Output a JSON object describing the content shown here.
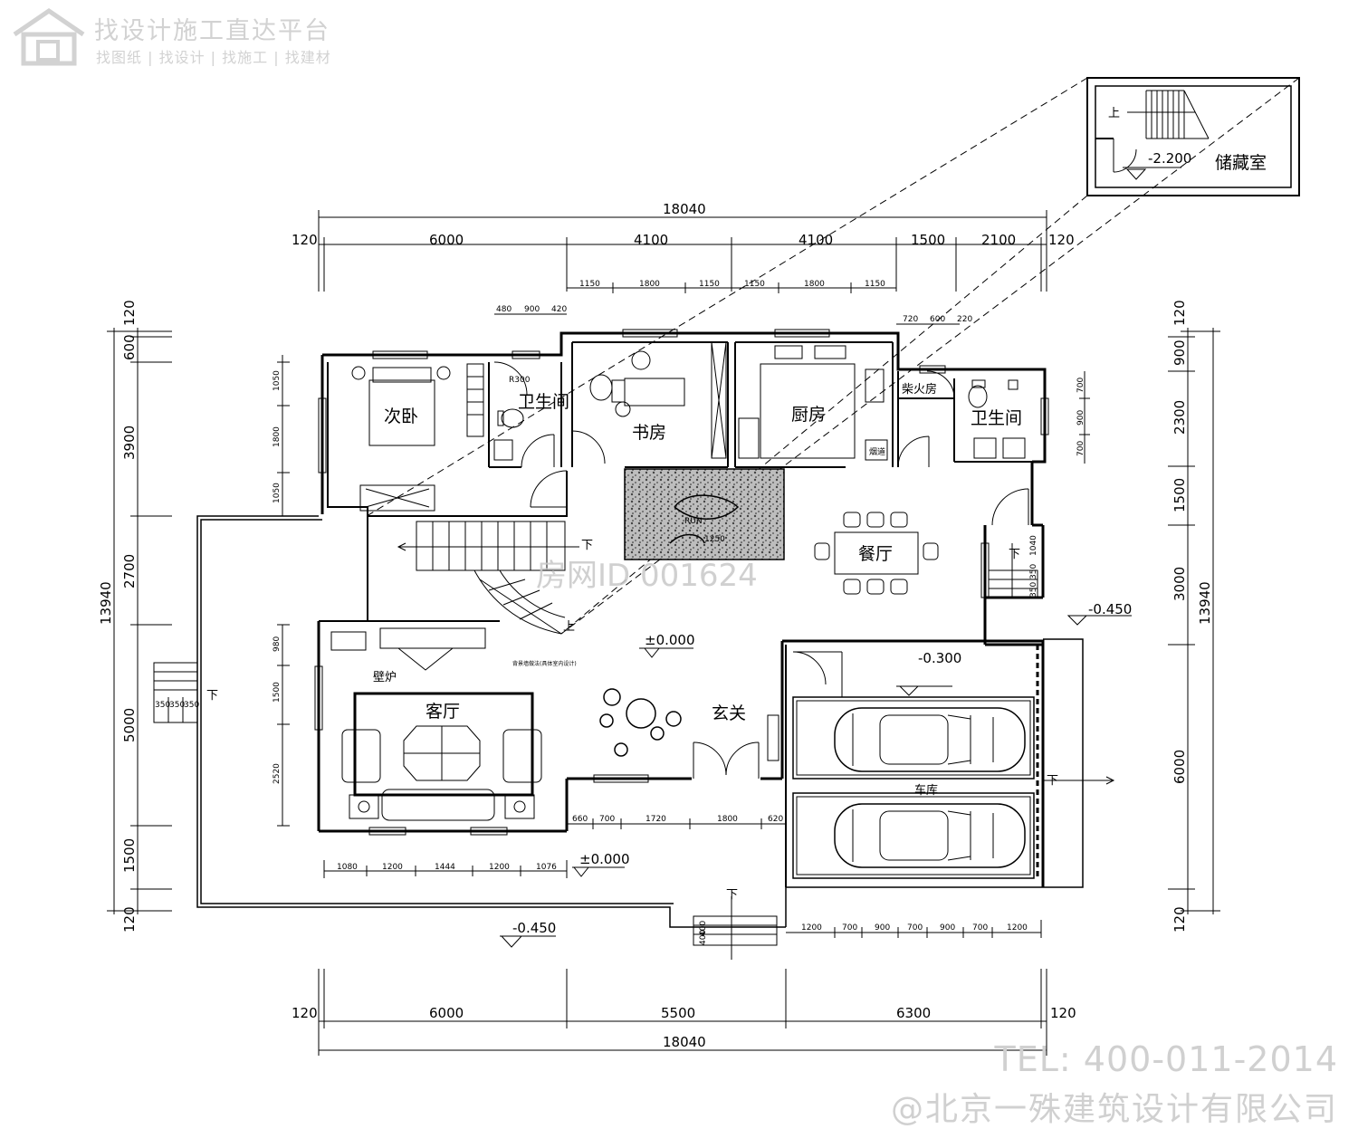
{
  "header": {
    "title": "找设计施工直达平台",
    "subtitle": "找图纸 | 找设计 | 找施工 | 找建材",
    "logo_icon": "house-logo-icon"
  },
  "watermark": "房网ID 001624",
  "footer": {
    "tel": "TEL: 400-011-2014",
    "company": "@北京一殊建筑设计有限公司"
  },
  "rooms": {
    "second_bedroom": "次卧",
    "bathroom_left": "卫生间",
    "study": "书房",
    "kitchen": "厨房",
    "firewood": "柴火房",
    "bathroom_right": "卫生间",
    "dining": "餐厅",
    "living": "客厅",
    "foyer": "玄关",
    "garage": "车库",
    "storage": "储藏室",
    "fireplace": "壁炉",
    "chimney": "烟道",
    "tv_wall": "背景墙做法(具体室内设计)"
  },
  "levels": {
    "main": "±0.000",
    "main_bottom": "±0.000",
    "garage": "-0.300",
    "outside_right": "-0.450",
    "outside_bottom": "-0.450",
    "storage": "-2.200",
    "courtyard": "1250"
  },
  "stairs": {
    "up": "上",
    "down": "下",
    "storage_up": "上",
    "courtyard_mark": "RUN"
  },
  "dims": {
    "top_total": "18040",
    "top_main": [
      "120",
      "6000",
      "4100",
      "4100",
      "1500",
      "2100",
      "120"
    ],
    "top_windows": [
      "1150",
      "1800",
      "1150",
      "1150",
      "1800",
      "1150"
    ],
    "top_small_left": [
      "480",
      "900",
      "420"
    ],
    "top_small_right": [
      "720",
      "600",
      "220"
    ],
    "bottom_total": "18040",
    "bottom_main": [
      "120",
      "6000",
      "5500",
      "6300",
      "120"
    ],
    "bottom_front": [
      "1080",
      "1200",
      "1444",
      "1200",
      "1076"
    ],
    "bottom_entry": [
      "660",
      "700",
      "1720",
      "1800",
      "620"
    ],
    "bottom_garage": [
      "1200",
      "700",
      "900",
      "700",
      "900",
      "700",
      "1200"
    ],
    "step_bottom": [
      "400",
      "400"
    ],
    "left_total": "13940",
    "left_main": [
      "120",
      "600",
      "3900",
      "2700",
      "5000",
      "1500",
      "120"
    ],
    "left_windows_upper": [
      "1050",
      "1800",
      "1050"
    ],
    "left_windows_lower": [
      "980",
      "1500",
      "2520"
    ],
    "left_steps": [
      "350",
      "350",
      "350"
    ],
    "right_total": "13940",
    "right_main": [
      "120",
      "900",
      "2300",
      "1500",
      "3000",
      "6000",
      "120"
    ],
    "right_windows": [
      "700",
      "900",
      "700"
    ],
    "right_steps": [
      "1040",
      "350",
      "350"
    ],
    "bath_door": "R300"
  }
}
